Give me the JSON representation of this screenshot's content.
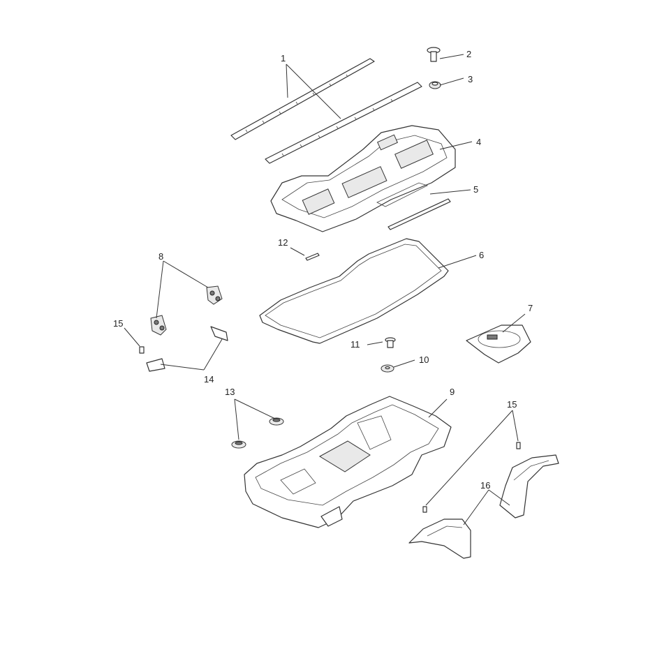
{
  "diagram": {
    "callouts": [
      "1",
      "2",
      "3",
      "4",
      "5",
      "6",
      "7",
      "8",
      "9",
      "10",
      "11",
      "12",
      "13",
      "14",
      "15",
      "15",
      "16"
    ]
  },
  "colors": {
    "line": "#333333",
    "background": "#ffffff"
  }
}
